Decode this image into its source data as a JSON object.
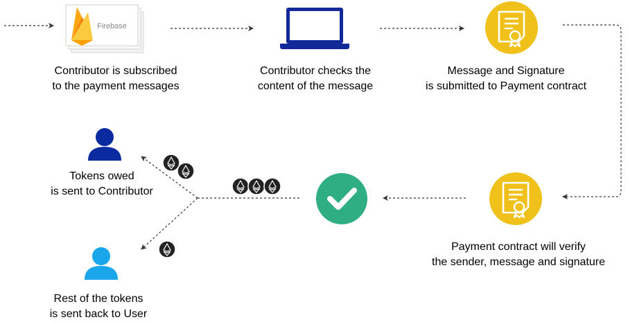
{
  "steps": {
    "subscribe": {
      "logo_text": "Firebase",
      "line1": "Contributor is subscribed",
      "line2": "to the payment messages"
    },
    "check": {
      "line1": "Contributor checks the",
      "line2": "content of the message"
    },
    "submit": {
      "line1": "Message and Signature",
      "line2": "is submitted to Payment contract"
    },
    "verify": {
      "line1": "Payment contract will verify",
      "line2": "the sender, message and signature"
    },
    "to_contributor": {
      "line1": "Tokens owed",
      "line2": "is sent to Contributor"
    },
    "to_user": {
      "line1": "Rest of the tokens",
      "line2": "is sent back to User"
    }
  },
  "icons": {
    "firebase": "firebase-logo-icon",
    "laptop": "laptop-icon",
    "certificate": "certificate-icon",
    "check": "check-circle-icon",
    "user": "user-icon",
    "token": "ether-token-icon"
  },
  "token_counts": {
    "pool": 3,
    "to_contributor": 2,
    "to_user": 1
  },
  "colors": {
    "gold": "#efc11a",
    "green": "#2fae84",
    "contributor_blue": "#0a2aa0",
    "user_blue": "#1aa6ea",
    "laptop_blue": "#12299a",
    "token_dark": "#222222",
    "arrow": "#333333"
  }
}
